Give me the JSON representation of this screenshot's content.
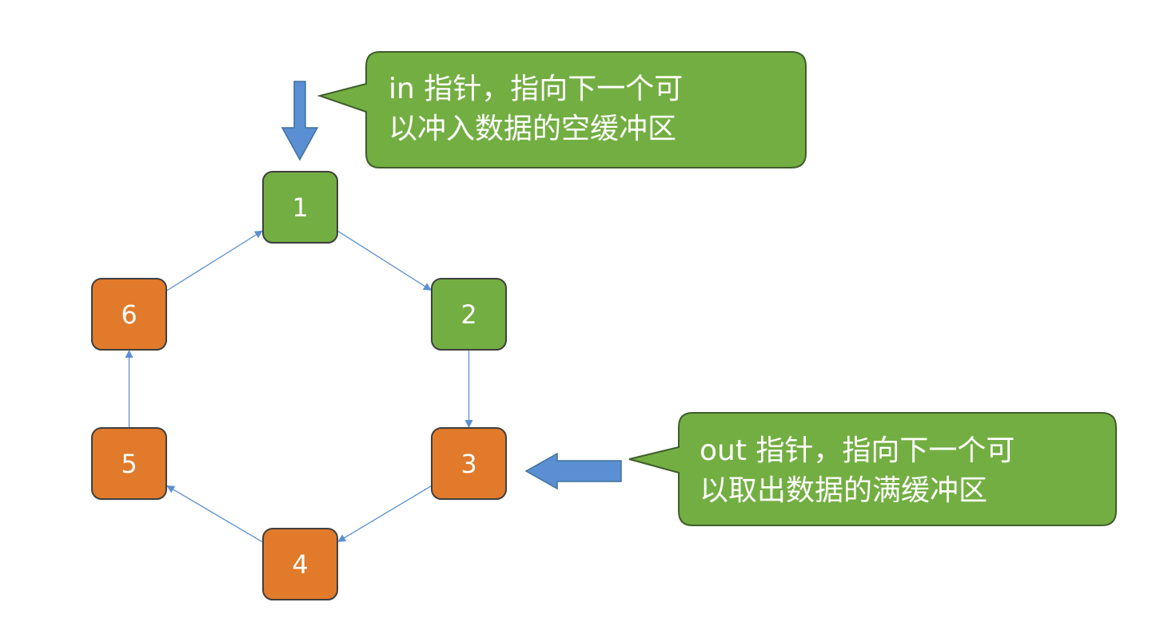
{
  "colors": {
    "filled": "#73AE42",
    "empty": "#E17A2B",
    "border": "#3f3f3f",
    "edge": "#5b8fd3",
    "pointer_arrow": "#5b8fd3",
    "callout_fill": "#73AE42",
    "callout_border": "#3f5d2c"
  },
  "nodes": [
    {
      "id": "1",
      "label": "1",
      "state": "filled"
    },
    {
      "id": "2",
      "label": "2",
      "state": "filled"
    },
    {
      "id": "3",
      "label": "3",
      "state": "empty"
    },
    {
      "id": "4",
      "label": "4",
      "state": "empty"
    },
    {
      "id": "5",
      "label": "5",
      "state": "empty"
    },
    {
      "id": "6",
      "label": "6",
      "state": "empty"
    }
  ],
  "edges": [
    {
      "from": "1",
      "to": "2"
    },
    {
      "from": "2",
      "to": "3"
    },
    {
      "from": "3",
      "to": "4"
    },
    {
      "from": "4",
      "to": "5"
    },
    {
      "from": "5",
      "to": "6"
    },
    {
      "from": "6",
      "to": "1"
    }
  ],
  "callouts": {
    "in": {
      "line1": "in 指针，指向下一个可",
      "line2": "以冲入数据的空缓冲区",
      "points_to": "1"
    },
    "out": {
      "line1": "out 指针，指向下一个可",
      "line2": "以取出数据的满缓冲区",
      "points_to": "3"
    }
  }
}
